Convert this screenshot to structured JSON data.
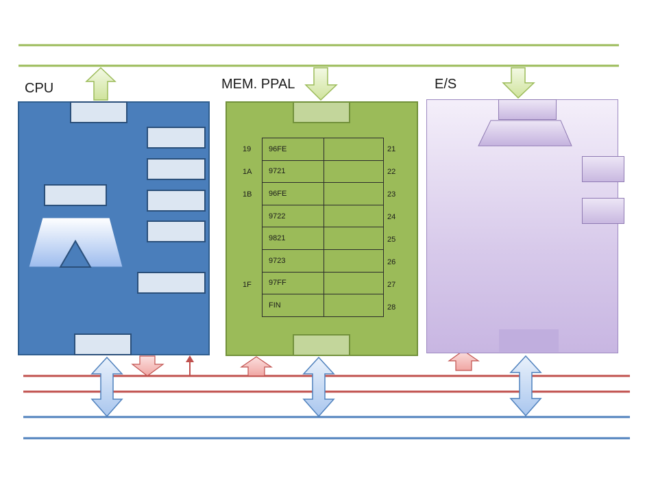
{
  "titles": {
    "cpu": "CPU",
    "mem": "MEM. PPAL",
    "es": "E/S"
  },
  "memory_table": {
    "left_addresses": [
      "19",
      "1A",
      "1B",
      "",
      "",
      "",
      "1F",
      ""
    ],
    "values": [
      "96FE",
      "9721",
      "96FE",
      "9722",
      "9821",
      "9723",
      "97FF",
      "FIN"
    ],
    "right_addresses": [
      "21",
      "22",
      "23",
      "24",
      "25",
      "26",
      "27",
      "28"
    ]
  },
  "colors": {
    "cpu": "#4a7ebb",
    "memory": "#9bbb59",
    "es": "#d7c9ea",
    "address_bus": "#9bbb59",
    "control_bus": "#c0504d",
    "data_bus": "#4f81bd"
  },
  "icons": {
    "up_arrow": "green-up-arrow",
    "down_arrow": "green-down-arrow",
    "bidirectional_arrow": "blue-bidirectional-arrow",
    "control_arrow": "red-arrow",
    "alu": "alu-icon"
  }
}
